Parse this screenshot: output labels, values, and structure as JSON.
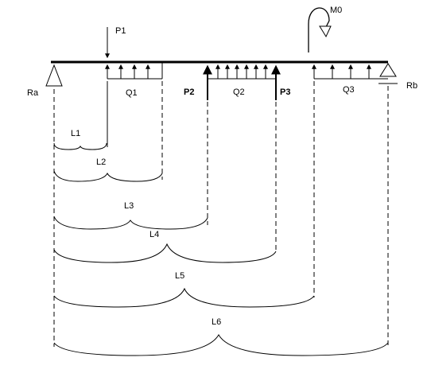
{
  "labels": {
    "p1": "P1",
    "m0": "M0",
    "ra": "Ra",
    "rb": "Rb",
    "p2": "P2",
    "p3": "P3",
    "q1": "Q1",
    "q2": "Q2",
    "q3": "Q3",
    "l1": "L1",
    "l2": "L2",
    "l3": "L3",
    "l4": "L4",
    "l5": "L5",
    "l6": "L6"
  },
  "colors": {
    "ink": "#000000",
    "background": "#ffffff"
  }
}
